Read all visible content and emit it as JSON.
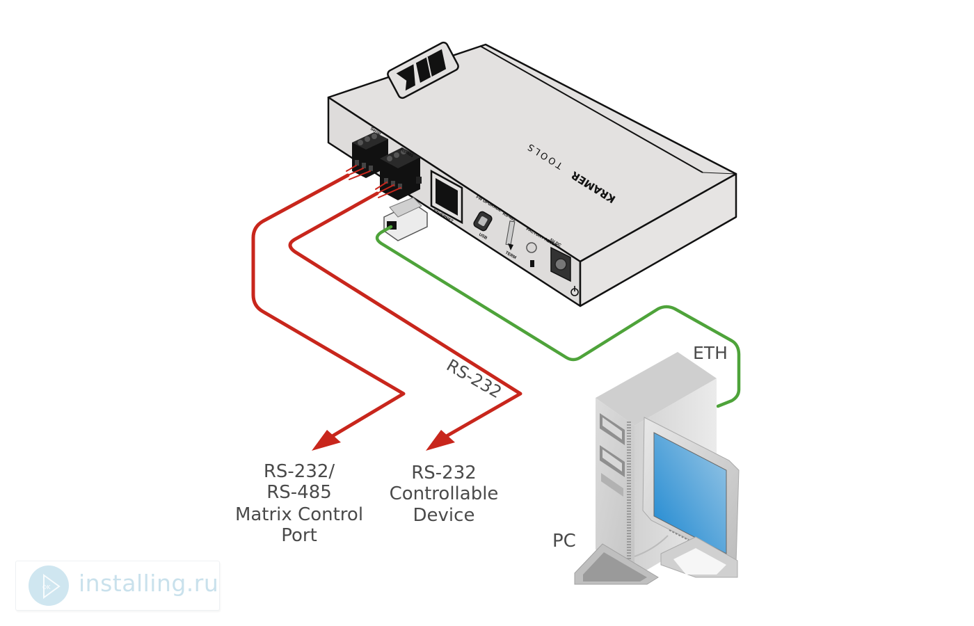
{
  "diagram": {
    "title": "Kramer control gateway connection diagram",
    "device": {
      "brand_text": "KRAMER TOOLS",
      "brand_word_1": "KRAMER",
      "brand_word_2": "TOOLS",
      "ports": [
        {
          "id": "serial",
          "label": "Serial"
        },
        {
          "id": "rs485",
          "label": "RS-485"
        },
        {
          "id": "ethernet",
          "label": "ETHERNET"
        },
        {
          "id": "fw-upgrade",
          "label": "FW UPGRADE"
        },
        {
          "id": "usb",
          "label": "USB"
        },
        {
          "id": "rs485-switch",
          "label": "RS-485"
        },
        {
          "id": "term",
          "label": "TERM"
        },
        {
          "id": "factory-reset",
          "label": "FACTORY RESET"
        },
        {
          "id": "power",
          "label": "5V DC"
        }
      ]
    },
    "connections": [
      {
        "id": "matrix-cable",
        "type": "serial",
        "color": "#c8261c",
        "to": "matrix-port"
      },
      {
        "id": "rs232-cable",
        "type": "serial",
        "label": "RS-232",
        "color": "#c8261c",
        "to": "controllable-device"
      },
      {
        "id": "eth-cable",
        "type": "ethernet",
        "label": "ETH",
        "color": "#4ea33a",
        "to": "pc"
      }
    ],
    "endpoints": {
      "matrix_port": [
        "RS-232/",
        "RS-485",
        "Matrix Control",
        "Port"
      ],
      "controllable_device": [
        "RS-232",
        "Controllable",
        "Device"
      ],
      "pc": "PC"
    },
    "cable_labels": {
      "rs232": "RS-232",
      "eth": "ETH"
    }
  },
  "colors": {
    "serial_cable": "#c8261c",
    "ethernet_cable": "#4ea33a",
    "device_body": "#e2e0df",
    "label_text": "#4a4a4a",
    "screen": "#3d9ad3"
  },
  "watermark": {
    "text": "installing.ru"
  }
}
